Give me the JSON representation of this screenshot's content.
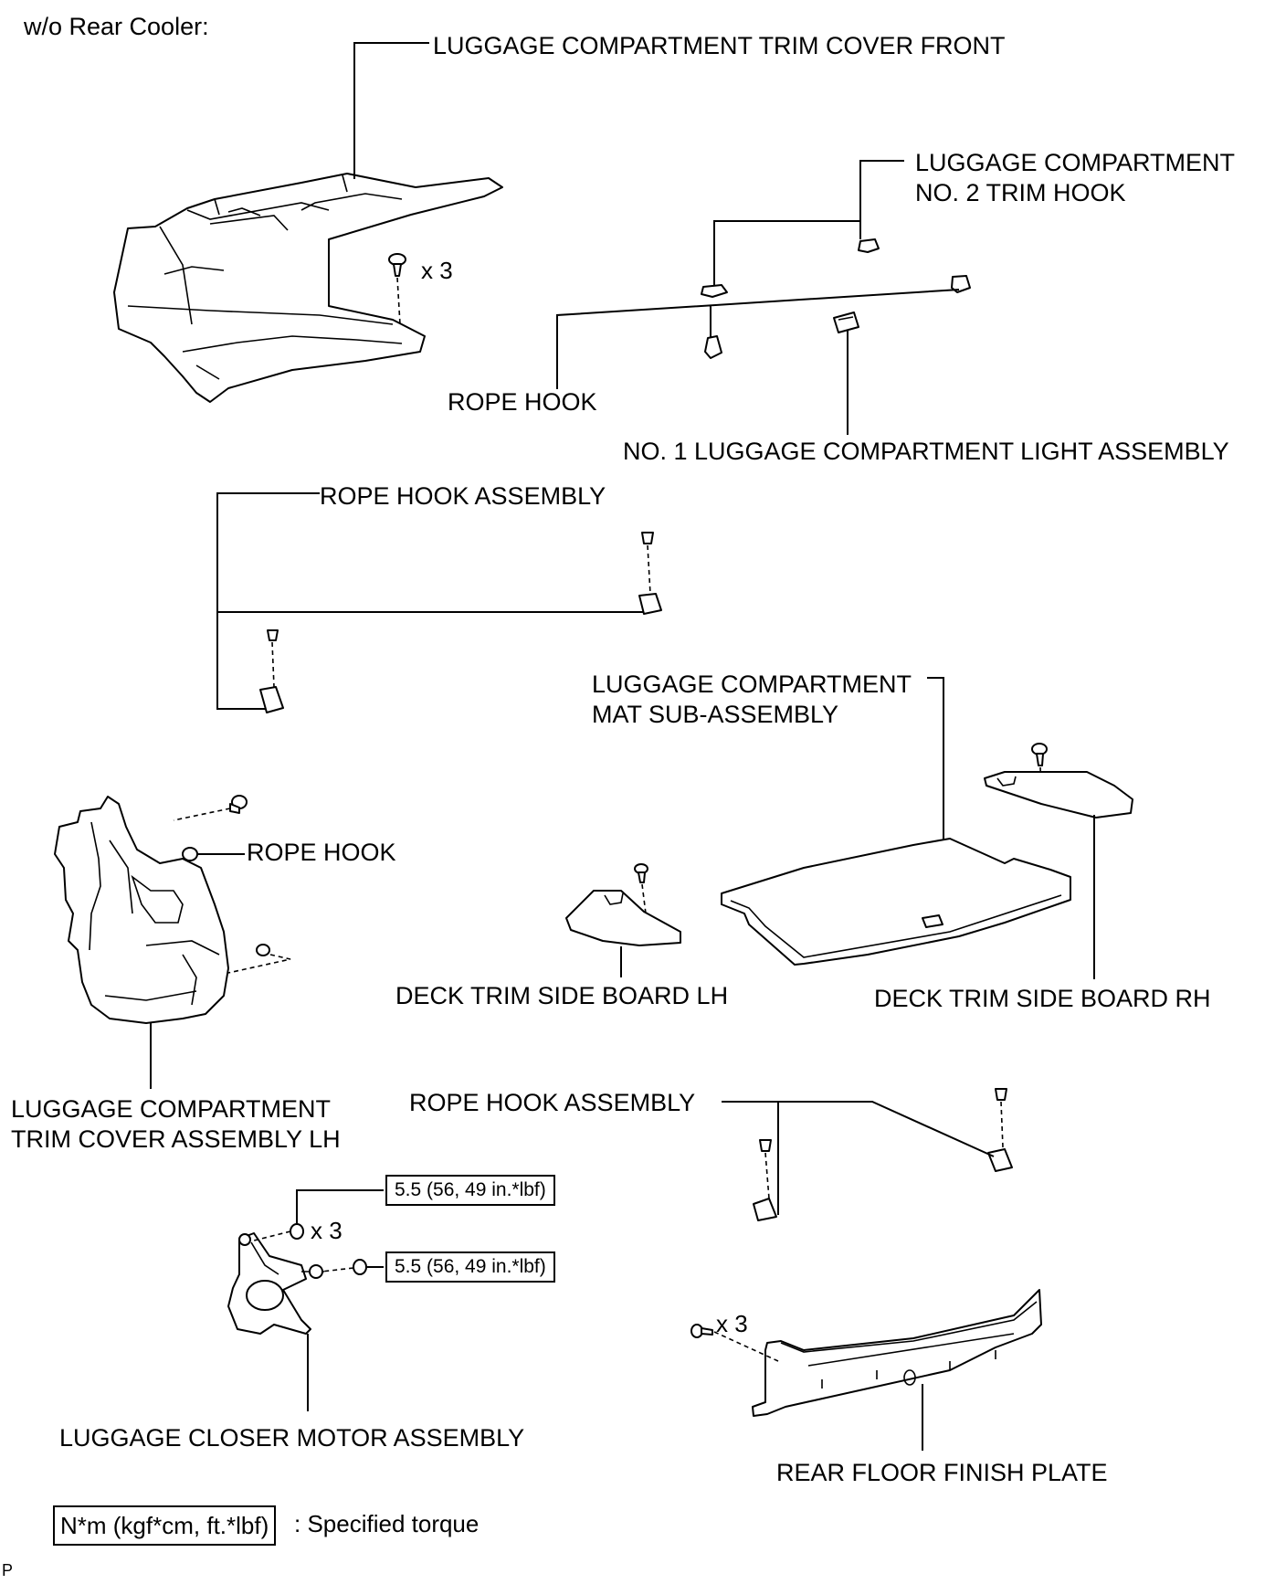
{
  "header": {
    "variant_label": "w/o Rear Cooler:"
  },
  "labels": {
    "trim_cover_front": "LUGGAGE COMPARTMENT TRIM COVER FRONT",
    "no2_trim_hook_line1": "LUGGAGE COMPARTMENT",
    "no2_trim_hook_line2": "NO. 2 TRIM HOOK",
    "rope_hook_top": "ROPE HOOK",
    "light_assembly": "NO. 1 LUGGAGE COMPARTMENT LIGHT ASSEMBLY",
    "rope_hook_assembly_upper": "ROPE HOOK ASSEMBLY",
    "mat_line1": "LUGGAGE COMPARTMENT",
    "mat_line2": "MAT SUB-ASSEMBLY",
    "rope_hook_middle": "ROPE HOOK",
    "side_board_lh": "DECK TRIM SIDE BOARD LH",
    "side_board_rh": "DECK TRIM SIDE BOARD RH",
    "trim_cover_lh_line1": "LUGGAGE COMPARTMENT",
    "trim_cover_lh_line2": "TRIM COVER ASSEMBLY LH",
    "rope_hook_assembly_lower": "ROPE HOOK ASSEMBLY",
    "closer_motor": "LUGGAGE CLOSER MOTOR ASSEMBLY",
    "rear_floor_plate": "REAR FLOOR FINISH PLATE"
  },
  "quantities": {
    "clips_front_cover": "x 3",
    "motor_nuts": "x 3",
    "plate_clips": "x 3"
  },
  "torque": {
    "motor_nuts": "5.5 (56, 49 in.*lbf)",
    "motor_bolt": "5.5 (56, 49 in.*lbf)"
  },
  "legend": {
    "unit_box": "N*m (kgf*cm, ft.*lbf)",
    "description": ": Specified torque"
  },
  "footer": {
    "code": "P"
  }
}
